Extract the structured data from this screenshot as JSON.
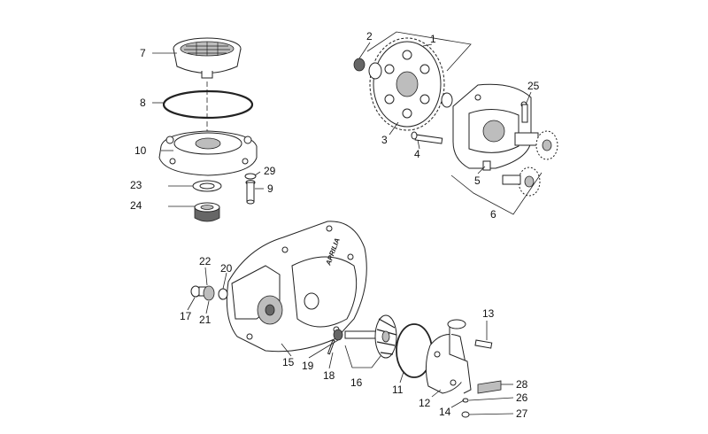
{
  "diagram": {
    "brand_marking": "APRILIA",
    "labels": [
      {
        "id": "1",
        "text": "1"
      },
      {
        "id": "2",
        "text": "2"
      },
      {
        "id": "3",
        "text": "3"
      },
      {
        "id": "4",
        "text": "4"
      },
      {
        "id": "5",
        "text": "5"
      },
      {
        "id": "6",
        "text": "6"
      },
      {
        "id": "7",
        "text": "7"
      },
      {
        "id": "8",
        "text": "8"
      },
      {
        "id": "9",
        "text": "9"
      },
      {
        "id": "10",
        "text": "10"
      },
      {
        "id": "11",
        "text": "11"
      },
      {
        "id": "12",
        "text": "12"
      },
      {
        "id": "13",
        "text": "13"
      },
      {
        "id": "14",
        "text": "14"
      },
      {
        "id": "15",
        "text": "15"
      },
      {
        "id": "16",
        "text": "16"
      },
      {
        "id": "17",
        "text": "17"
      },
      {
        "id": "18",
        "text": "18"
      },
      {
        "id": "19",
        "text": "19"
      },
      {
        "id": "20",
        "text": "20"
      },
      {
        "id": "21",
        "text": "21"
      },
      {
        "id": "22",
        "text": "22"
      },
      {
        "id": "23",
        "text": "23"
      },
      {
        "id": "24",
        "text": "24"
      },
      {
        "id": "25",
        "text": "25"
      },
      {
        "id": "26",
        "text": "26"
      },
      {
        "id": "27",
        "text": "27"
      },
      {
        "id": "28",
        "text": "28"
      },
      {
        "id": "29",
        "text": "29"
      }
    ]
  }
}
